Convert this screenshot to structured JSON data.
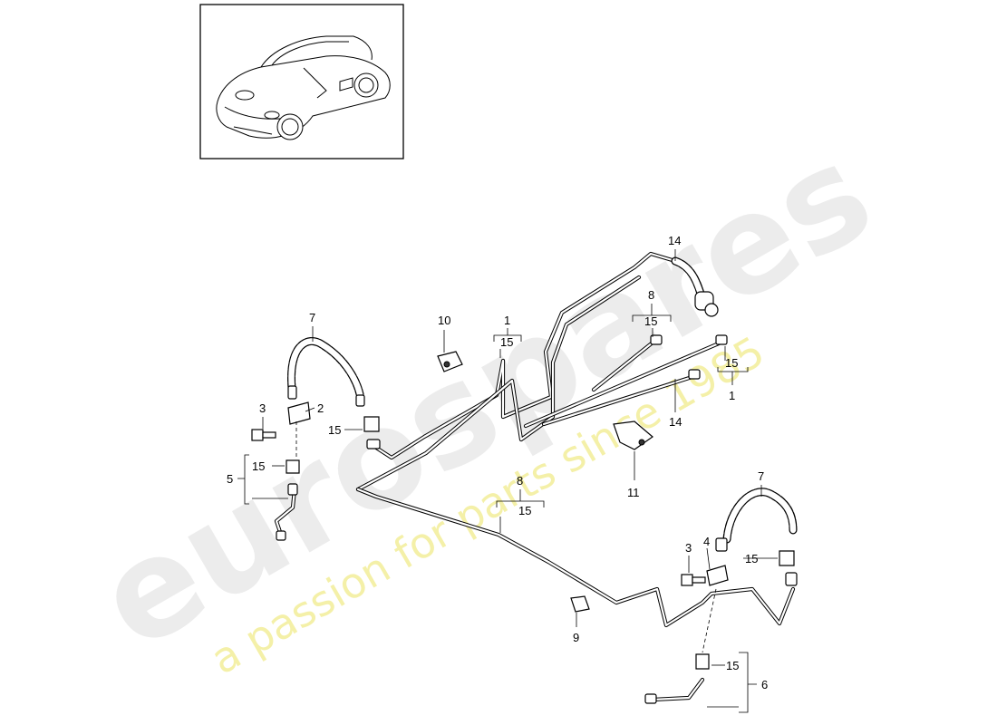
{
  "watermark": {
    "brand": "eurospares",
    "tagline": "a passion for parts since 1985"
  },
  "labels": {
    "part_1_top": "1",
    "part_1_right": "1",
    "part_2": "2",
    "part_3_left": "3",
    "part_3_right": "3",
    "part_4": "4",
    "part_5": "5",
    "part_6": "6",
    "part_7_left": "7",
    "part_7_right": "7",
    "part_8_top": "8",
    "part_8_bottom": "8",
    "part_9": "9",
    "part_10": "10",
    "part_11": "11",
    "part_14_top": "14",
    "part_14_right": "14",
    "sub_15_a": "15",
    "sub_15_b": "15",
    "sub_15_c": "15",
    "sub_15_d": "15",
    "sub_15_e": "15",
    "sub_15_f": "15",
    "sub_15_g": "15",
    "sub_15_h": "15"
  }
}
